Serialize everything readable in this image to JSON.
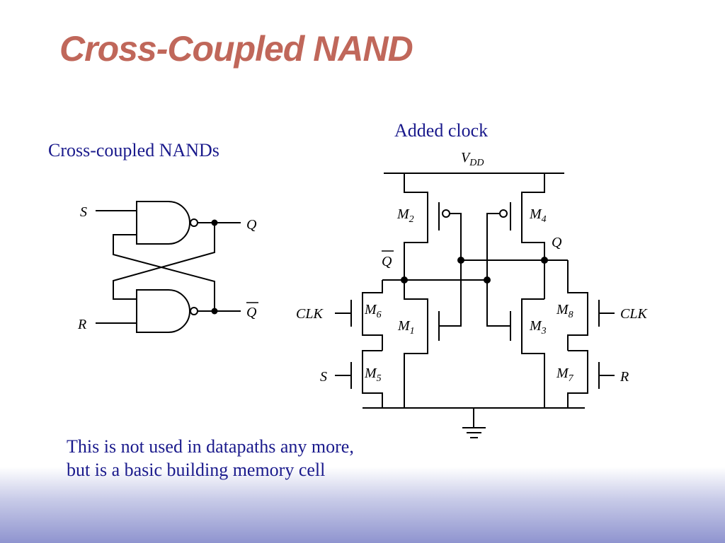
{
  "slide": {
    "title": "Cross-Coupled NAND",
    "left_caption": "Cross-coupled NANDs",
    "right_caption": "Added clock",
    "footnote": [
      "This is not used in datapaths any more,",
      "but is a basic building memory cell"
    ]
  },
  "gate_diagram": {
    "input_s": "S",
    "input_r": "R",
    "output_q": "Q",
    "output_qbar": "Q"
  },
  "transistor_diagram": {
    "supply": {
      "base": "V",
      "sub": "DD"
    },
    "q_label": "Q",
    "qbar_label": "Q",
    "clk_left": "CLK",
    "clk_right": "CLK",
    "s_label": "S",
    "r_label": "R",
    "transistors": {
      "m1": {
        "base": "M",
        "sub": "1"
      },
      "m2": {
        "base": "M",
        "sub": "2"
      },
      "m3": {
        "base": "M",
        "sub": "3"
      },
      "m4": {
        "base": "M",
        "sub": "4"
      },
      "m5": {
        "base": "M",
        "sub": "5"
      },
      "m6": {
        "base": "M",
        "sub": "6"
      },
      "m7": {
        "base": "M",
        "sub": "7"
      },
      "m8": {
        "base": "M",
        "sub": "8"
      }
    }
  }
}
